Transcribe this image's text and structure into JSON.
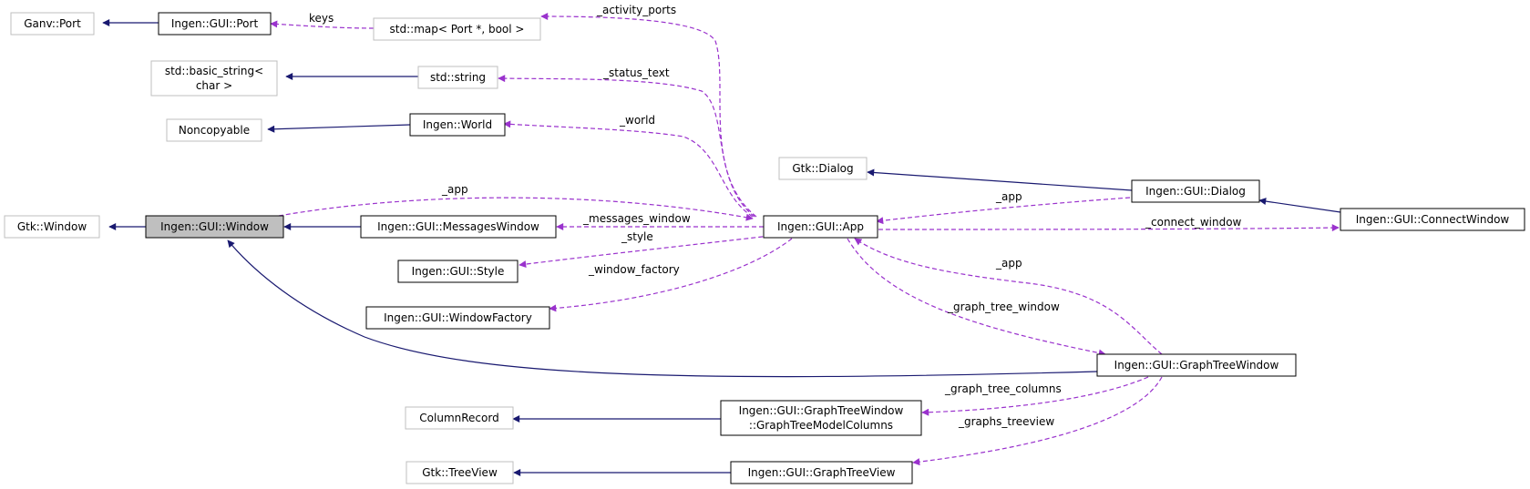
{
  "diagram": {
    "colors": {
      "inherit_edge": "#191970",
      "usage_edge": "#9a32cd",
      "external_border": "#bfbfbf",
      "documented_border": "#000000",
      "focus_fill": "#bfbfbf"
    },
    "nodes": {
      "ganv_port": {
        "label": "Ganv::Port",
        "kind": "external"
      },
      "gui_port": {
        "label": "Ingen::GUI::Port",
        "kind": "documented"
      },
      "std_map": {
        "label": "std::map< Port *, bool >",
        "kind": "external"
      },
      "basic_string": {
        "label": "std::basic_string<",
        "label2": "char >",
        "kind": "external"
      },
      "std_string": {
        "label": "std::string",
        "kind": "external"
      },
      "noncopyable": {
        "label": "Noncopyable",
        "kind": "external"
      },
      "world": {
        "label": "Ingen::World",
        "kind": "documented"
      },
      "gtk_dialog": {
        "label": "Gtk::Dialog",
        "kind": "external"
      },
      "gui_dialog": {
        "label": "Ingen::GUI::Dialog",
        "kind": "documented"
      },
      "connect_window": {
        "label": "Ingen::GUI::ConnectWindow",
        "kind": "documented"
      },
      "gtk_window": {
        "label": "Gtk::Window",
        "kind": "external"
      },
      "gui_window": {
        "label": "Ingen::GUI::Window",
        "kind": "focus"
      },
      "messages_window": {
        "label": "Ingen::GUI::MessagesWindow",
        "kind": "documented"
      },
      "app": {
        "label": "Ingen::GUI::App",
        "kind": "documented"
      },
      "style": {
        "label": "Ingen::GUI::Style",
        "kind": "documented"
      },
      "window_factory": {
        "label": "Ingen::GUI::WindowFactory",
        "kind": "documented"
      },
      "graph_tree_window": {
        "label": "Ingen::GUI::GraphTreeWindow",
        "kind": "documented"
      },
      "column_record": {
        "label": "ColumnRecord",
        "kind": "external"
      },
      "model_columns": {
        "label": "Ingen::GUI::GraphTreeWindow",
        "label2": "::GraphTreeModelColumns",
        "kind": "documented"
      },
      "gtk_treeview": {
        "label": "Gtk::TreeView",
        "kind": "external"
      },
      "graph_tree_view": {
        "label": "Ingen::GUI::GraphTreeView",
        "kind": "documented"
      }
    },
    "edge_labels": {
      "keys": "keys",
      "activity_ports": "_activity_ports",
      "status_text": "_status_text",
      "world": "_world",
      "app_from_window": "_app",
      "app_from_dialog": "_app",
      "app_from_tree": "_app",
      "messages_window": "_messages_window",
      "style": "_style",
      "window_factory": "_window_factory",
      "connect_window": "_connect_window",
      "graph_tree_window": "_graph_tree_window",
      "graph_tree_columns": "_graph_tree_columns",
      "graphs_treeview": "_graphs_treeview"
    }
  }
}
